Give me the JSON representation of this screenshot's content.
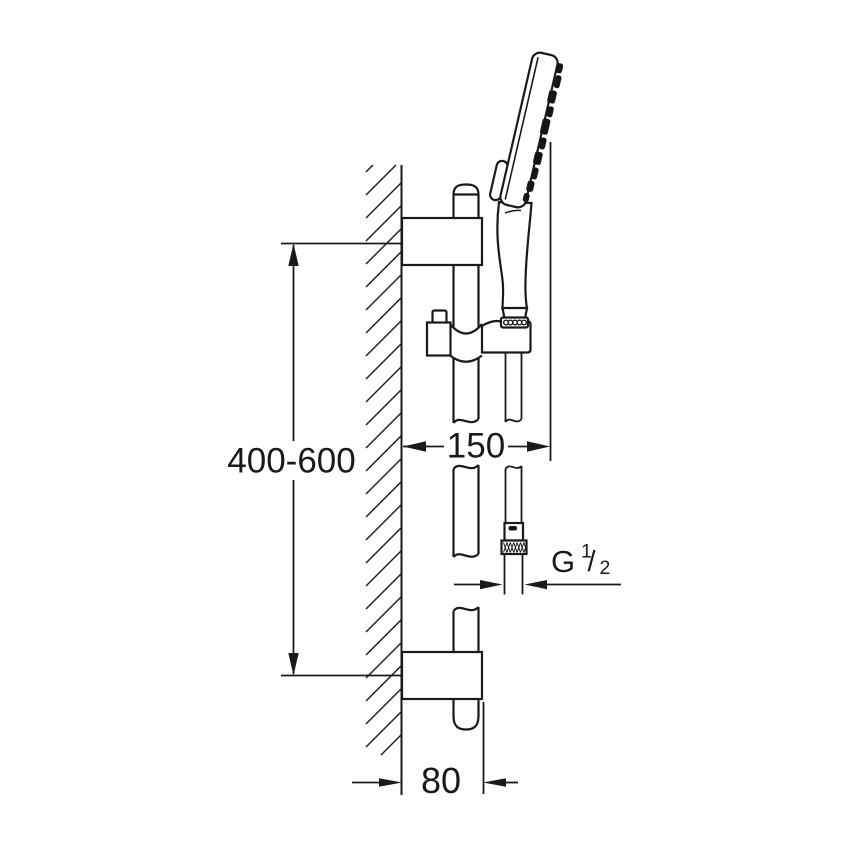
{
  "colors": {
    "line": "#1a1a1a",
    "background": "#ffffff"
  },
  "dimensions": {
    "rail_height": {
      "value": "400-600"
    },
    "handshower_offset": {
      "value": "150"
    },
    "thread": {
      "letter": "G",
      "numerator": "1",
      "slash": "/",
      "denominator": "2"
    },
    "wall_distance": {
      "value": "80"
    }
  }
}
